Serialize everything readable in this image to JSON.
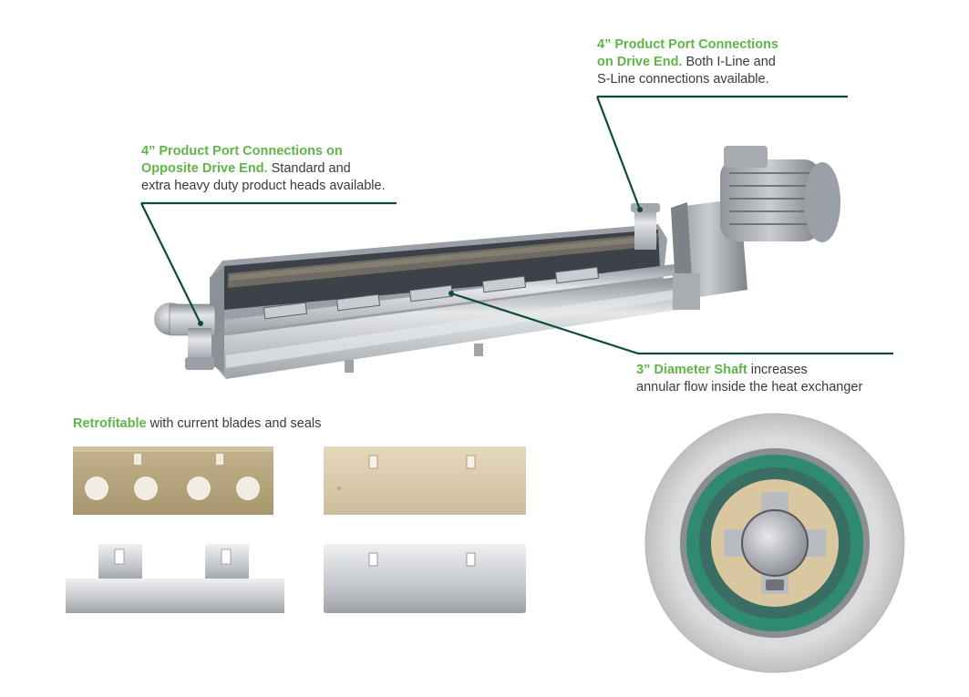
{
  "callouts": {
    "drive_end": {
      "highlight_1": "4” Product Port Connections",
      "highlight_2": "on Drive End.",
      "text_1": " Both I-Line and",
      "text_2": "S-Line connections available."
    },
    "opposite_end": {
      "highlight_1": "4” Product Port Connections on",
      "highlight_2": "Opposite Drive End.",
      "text_1": " Standard and",
      "text_2": "extra heavy duty product heads available."
    },
    "shaft": {
      "highlight": "3” Diameter Shaft",
      "text_1": " increases",
      "text_2": "annular flow inside the heat exchanger"
    },
    "retrofit": {
      "highlight": "Retrofitable",
      "text": " with current blades and seals"
    }
  },
  "colors": {
    "accent_green": "#5fb548",
    "leader_line": "#0f4a3c",
    "body_text": "#3a3a3a",
    "steel": "#b9bcc0",
    "tan_blade": "#b7a47c",
    "light_blade": "#d9c9ac",
    "seal_ring": "#2f8a70"
  }
}
